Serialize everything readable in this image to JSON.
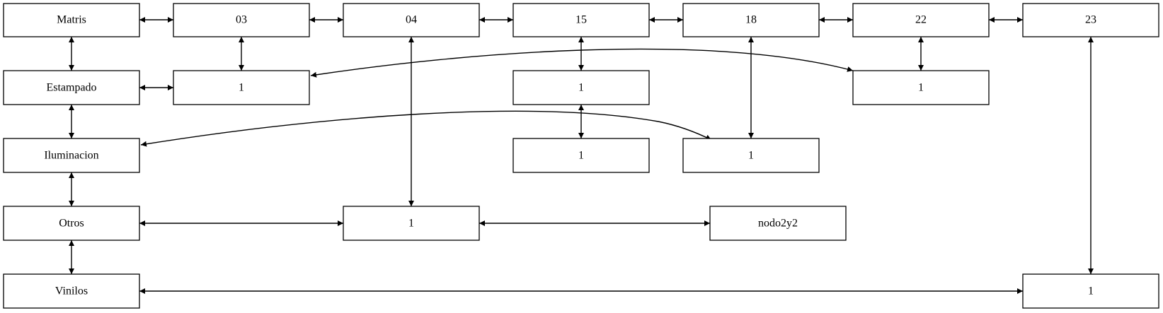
{
  "diagram": {
    "nodes": {
      "matris": "Matris",
      "h03": "03",
      "h04": "04",
      "h15": "15",
      "h18": "18",
      "h22": "22",
      "h23": "23",
      "estampado": "Estampado",
      "c03_est": "1",
      "c15_a": "1",
      "c22_est": "1",
      "iluminacion": "Iluminacion",
      "c15_b": "1",
      "c18_ilu": "1",
      "otros": "Otros",
      "c04_otr": "1",
      "nodo2y2": "nodo2y2",
      "vinilos": "Vinilos",
      "c23_vin": "1"
    },
    "colors": {
      "stroke": "#000000",
      "fill": "#ffffff"
    }
  }
}
